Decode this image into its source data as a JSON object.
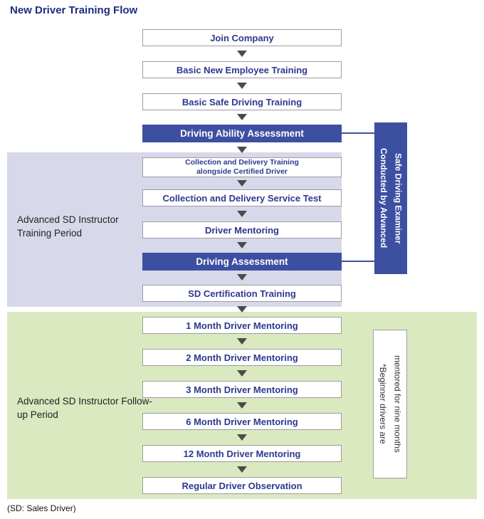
{
  "title": "New Driver Training Flow",
  "footnote": "(SD: Sales Driver)",
  "sections": {
    "training": {
      "label": "Advanced SD Instructor Training Period"
    },
    "followup": {
      "label": "Advanced SD Instructor Follow-up Period"
    }
  },
  "steps": [
    {
      "label": "Join Company",
      "style": "outline"
    },
    {
      "label": "Basic New Employee Training",
      "style": "outline"
    },
    {
      "label": "Basic Safe Driving Training",
      "style": "outline"
    },
    {
      "label": "Driving Ability Assessment",
      "style": "filled"
    },
    {
      "label": "Collection and Delivery Training alongside Certified Driver",
      "style": "outline-small"
    },
    {
      "label": "Collection and Delivery Service Test",
      "style": "outline"
    },
    {
      "label": "Driver Mentoring",
      "style": "outline"
    },
    {
      "label": "Driving Assessment",
      "style": "filled"
    },
    {
      "label": "SD Certification Training",
      "style": "outline"
    },
    {
      "label": "1 Month Driver Mentoring",
      "style": "outline"
    },
    {
      "label": "2 Month Driver Mentoring",
      "style": "outline"
    },
    {
      "label": "3 Month Driver Mentoring",
      "style": "outline"
    },
    {
      "label": "6 Month Driver Mentoring",
      "style": "outline"
    },
    {
      "label": "12 Month Driver Mentoring",
      "style": "outline"
    },
    {
      "label": "Regular Driver Observation",
      "style": "outline"
    }
  ],
  "examiner_note": {
    "line1": "Conducted by Advanced",
    "line2": "Safe Driving Examiner"
  },
  "mentoring_note": {
    "line1": "*Beginner drivers are",
    "line2": "mentored for nine months"
  },
  "icons": {
    "arrow_down": "down-triangle"
  },
  "colors": {
    "accent_blue": "#3d4fa1",
    "text_blue": "#2b3a8f",
    "title_navy": "#1e2d7d",
    "panel_lavender": "#d7d9ea",
    "panel_green": "#dbe9c0",
    "arrow_gray": "#4b4b4b",
    "box_border_gray": "#9c9ca4"
  }
}
